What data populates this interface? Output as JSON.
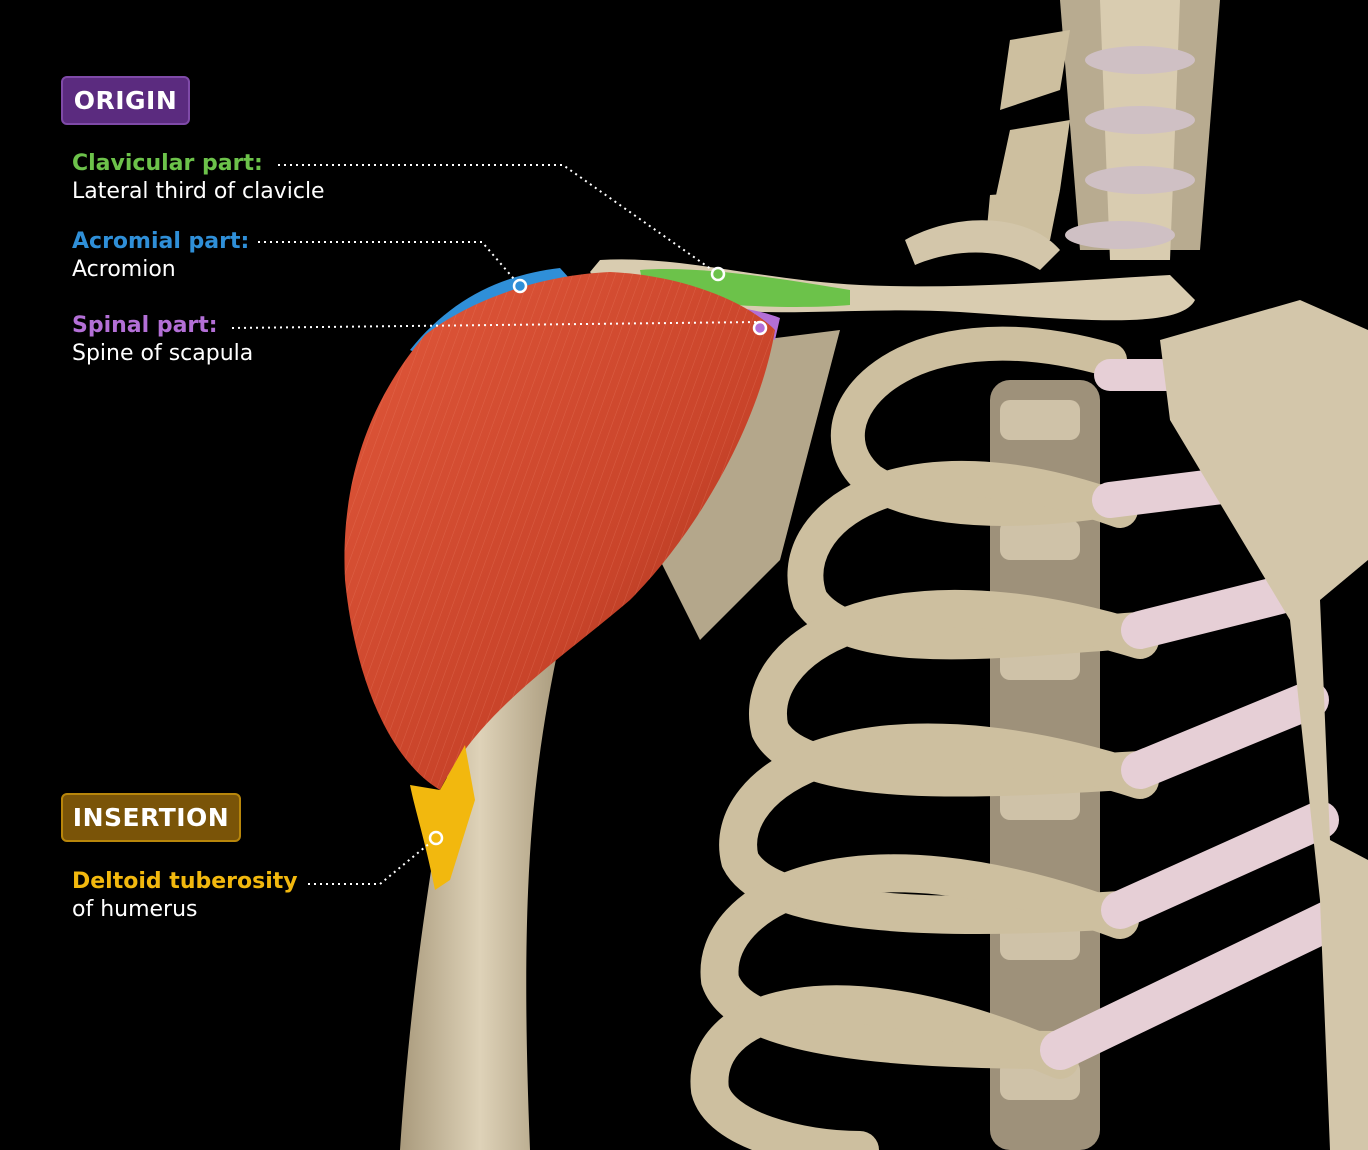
{
  "colors": {
    "background": "#000000",
    "origin_badge": "#5b2b7f",
    "insertion_badge": "#7a5408",
    "clavicular": "#6cc24a",
    "acromial": "#2f8fd8",
    "spinal": "#b36fd6",
    "insertion": "#f2b80e",
    "muscle": "#d4482c",
    "bone": "#d9ccb0",
    "cartilage": "#e6cfd6"
  },
  "badges": {
    "origin": "ORIGIN",
    "insertion": "INSERTION"
  },
  "labels": {
    "clavicular": {
      "head": "Clavicular part:",
      "desc": "Lateral third of clavicle"
    },
    "acromial": {
      "head": "Acromial part:",
      "desc": "Acromion"
    },
    "spinal": {
      "head": "Spinal part:",
      "desc": "Spine of scapula"
    },
    "tuberosity": {
      "head": "Deltoid tuberosity",
      "desc": "of humerus"
    }
  }
}
